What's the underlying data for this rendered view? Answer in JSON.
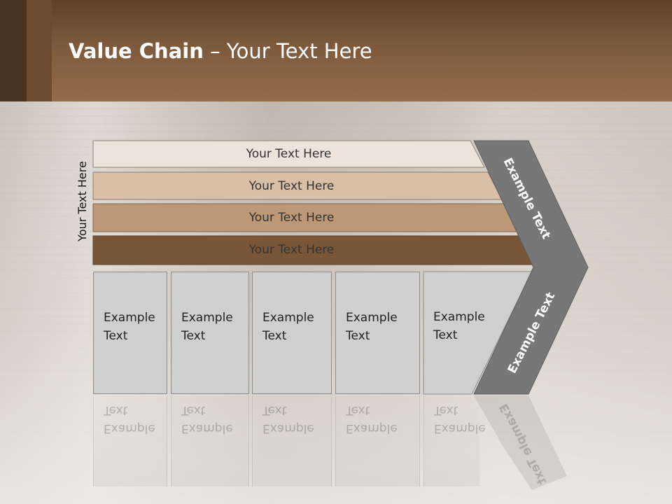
{
  "slide": {
    "title_bold": "Value Chain",
    "title_rest": " – Your Text Here",
    "side_label": "Your Text Here",
    "bands": [
      {
        "label": "Your Text Here",
        "color": "#ece3da"
      },
      {
        "label": "Your Text Here",
        "color": "#d9bfa6"
      },
      {
        "label": "Your Text Here",
        "color": "#bd9877"
      },
      {
        "label": "Your Text Here",
        "color": "#7a5638"
      }
    ],
    "boxes": [
      {
        "line1": "Example",
        "line2": "Text"
      },
      {
        "line1": "Example",
        "line2": "Text"
      },
      {
        "line1": "Example",
        "line2": "Text"
      },
      {
        "line1": "Example",
        "line2": "Text"
      },
      {
        "line1": "Example",
        "line2": "Text"
      }
    ],
    "arrow_top_text": "Example Text",
    "arrow_bottom_text": "Example Text",
    "colors": {
      "header": "#7d5a3c",
      "arrow": "#777777",
      "box_fill": "#cfcfcf"
    }
  }
}
